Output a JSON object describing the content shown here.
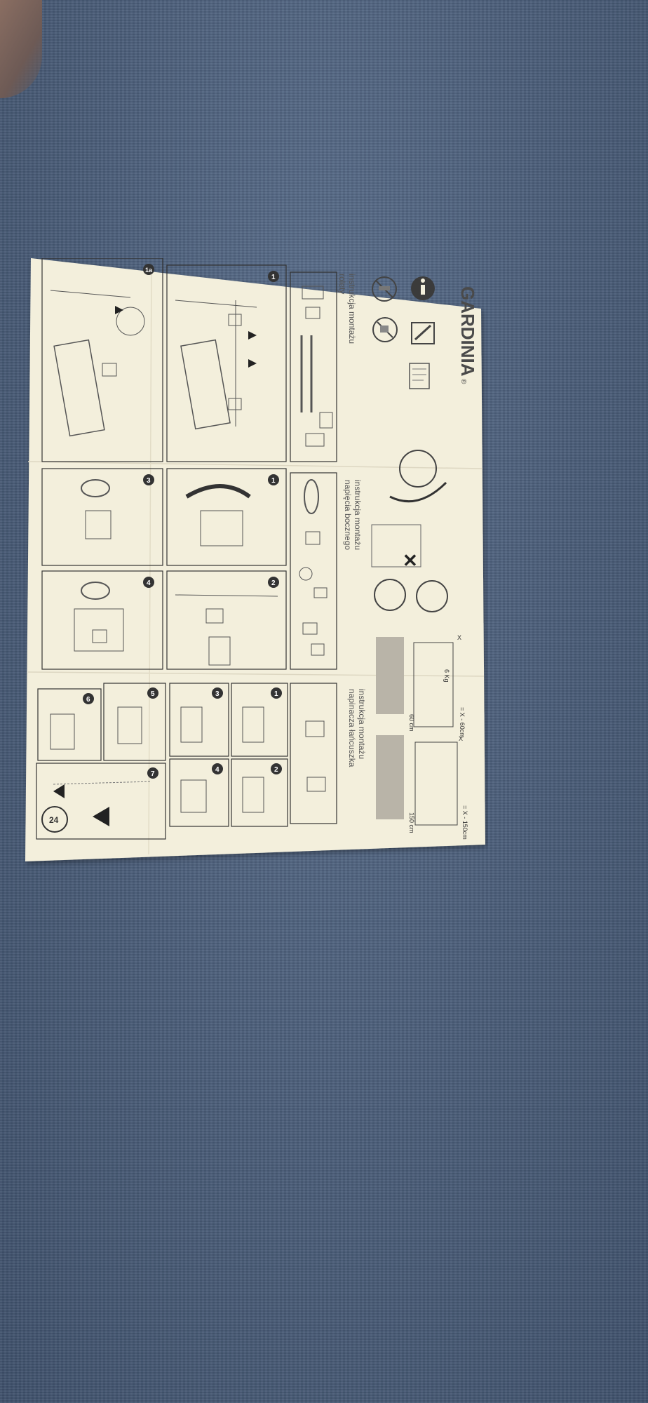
{
  "photo": {
    "background": "blue-fabric",
    "paper_color": "#f3efdc"
  },
  "leaflet": {
    "brand": "GARDINIA",
    "brand_mark": "®",
    "section_blind": {
      "title_line1": "instrukcja montażu",
      "title_line2": "rolety",
      "steps": [
        "1",
        "1a"
      ]
    },
    "section_side_tension": {
      "title_line1": "instrukcja montażu",
      "title_line2": "napięcia bocznego",
      "steps": [
        "1",
        "2",
        "3",
        "4"
      ]
    },
    "section_chain_tensioner": {
      "title_line1": "instrukcja montażu",
      "title_line2": "napinacza łańcuszka",
      "steps": [
        "1",
        "2",
        "3",
        "4",
        "5",
        "6",
        "7"
      ]
    },
    "safety": {
      "weight_label": "6 Kg",
      "formula_60": "= X - 60cm",
      "formula_150": "= X - 150cm",
      "dim_60": "60 cm",
      "dim_150": "150 cm",
      "x_mark": "X",
      "timer_label": "24"
    },
    "icons": [
      "info-icon",
      "drill-icon",
      "no-drill-icon",
      "measure-icon",
      "screw-icon",
      "components-icon"
    ]
  }
}
